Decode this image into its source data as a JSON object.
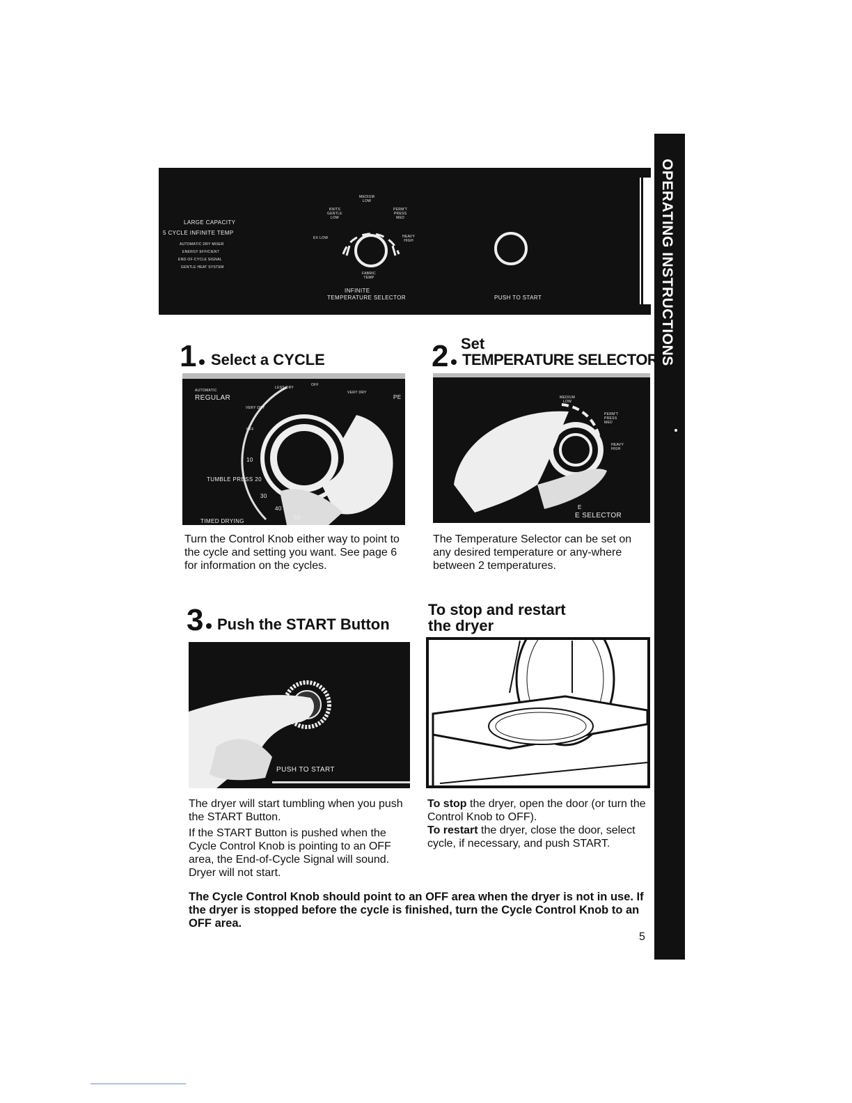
{
  "side_tab": {
    "label": "OPERATING INSTRUCTIONS"
  },
  "panel": {
    "left_labels": [
      "LARGE CAPACITY",
      "5 CYCLE INFINITE TEMP"
    ],
    "left_small": [
      "AUTOMATIC DRY MISER",
      "ENERGY EFFICIENT",
      "END-OF-CYCLE SIGNAL",
      "GENTLE HEAT SYSTEM"
    ],
    "dial_labels": {
      "top": "MEDIUM\nLOW",
      "upper_left": "KNITS\nGENTLE\nLOW",
      "upper_right": "PERM'T\nPRESS\nMED",
      "left": "EX LOW",
      "right": "HEAVY\nHIGH",
      "bottom": "FABRIC\nTEMP"
    },
    "selector_caption": [
      "INFINITE",
      "TEMPERATURE SELECTOR"
    ],
    "start_caption": "PUSH TO START"
  },
  "step1": {
    "number": "1",
    "title": "Select a CYCLE",
    "photo_labels": {
      "automatic": "AUTOMATIC",
      "regular": "REGULAR",
      "less_dry": "LESS DRY",
      "off_top": "OFF",
      "very_dry_right": "VERY DRY",
      "pe": "PE",
      "very_dry_left": "VERY DRY",
      "off_left": "OFF",
      "ten": "10",
      "tumble_press": "TUMBLE PRESS 20",
      "thirty": "30",
      "forty": "40",
      "fifty": "50",
      "timed_drying": "TIMED DRYING"
    },
    "text": "Turn the Control Knob either way to point to the cycle and setting you want. See page 6 for information on the cycles."
  },
  "step2": {
    "number": "2",
    "title_small": "Set",
    "title": "TEMPERATURE SELECTOR",
    "photo_labels": {
      "medium_low": "MEDIUM\nLOW",
      "perm_press": "PERM'T\nPRESS\nMED",
      "heavy_high": "HEAVY\nHIGH",
      "selector_e": "E",
      "selector_caption": "E SELECTOR"
    },
    "text": "The Temperature Selector can be set on any desired temperature or any-where between 2 temperatures."
  },
  "step3": {
    "number": "3",
    "title": "Push the START Button",
    "photo_label": "PUSH TO START",
    "text1": "The dryer will start tumbling when you push the START Button.",
    "text2": "If the START Button is pushed when the Cycle Control Knob is pointing to an OFF area, the End-of-Cycle Signal will sound. Dryer will not start."
  },
  "stop": {
    "title_line1": "To stop and restart",
    "title_line2": "the dryer",
    "stop_bold": "To stop",
    "stop_text": " the dryer, open the door (or turn the Control Knob to OFF).",
    "restart_bold": "To restart",
    "restart_text": " the dryer, close the door, select cycle, if necessary, and push START."
  },
  "note": "The Cycle Control Knob should point to an OFF area when the dryer is not in use. If the dryer is stopped before the cycle is finished, turn the Cycle Control Knob to an OFF area.",
  "page_number": "5"
}
